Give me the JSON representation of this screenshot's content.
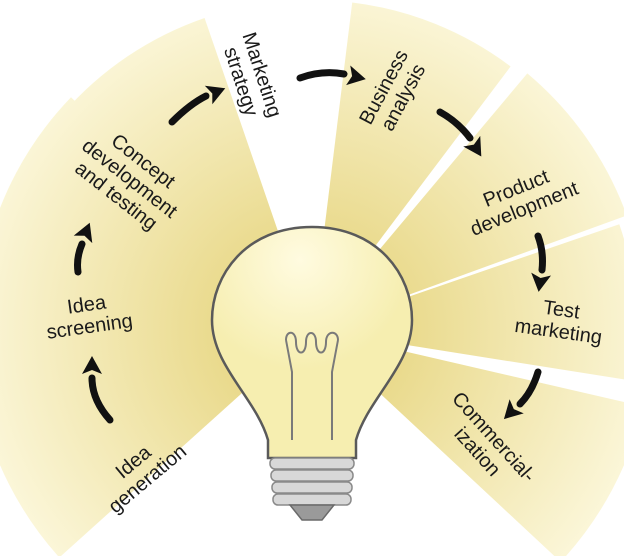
{
  "diagram": {
    "colors": {
      "ray_outer": "#fbf6d8",
      "ray_inner": "#e9d98a",
      "bulb_glass": "#f6eeb0",
      "bulb_outline": "#5a5a5a",
      "base_metal": "#d8d8d8",
      "arrow": "#111111",
      "text": "#1a1a1a"
    },
    "stages": [
      {
        "id": "idea-generation",
        "lines": [
          "Idea",
          "generation"
        ]
      },
      {
        "id": "idea-screening",
        "lines": [
          "Idea",
          "screening"
        ]
      },
      {
        "id": "concept-development",
        "lines": [
          "Concept",
          "development",
          "and testing"
        ]
      },
      {
        "id": "marketing-strategy",
        "lines": [
          "Marketing",
          "strategy"
        ]
      },
      {
        "id": "business-analysis",
        "lines": [
          "Business",
          "analysis"
        ]
      },
      {
        "id": "product-development",
        "lines": [
          "Product",
          "development"
        ]
      },
      {
        "id": "test-marketing",
        "lines": [
          "Test",
          "marketing"
        ]
      },
      {
        "id": "commercialization",
        "lines": [
          "Commercial-",
          "ization"
        ]
      }
    ],
    "center_icon": "lightbulb-icon",
    "connector_icon": "curved-arrow-icon"
  }
}
